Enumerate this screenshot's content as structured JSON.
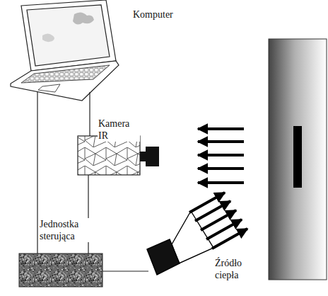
{
  "diagram": {
    "nodes": [
      {
        "text": [
          "Komputer"
        ]
      },
      {
        "text": [
          "Kamera IR"
        ]
      },
      {
        "text": [
          "Jednostka sterująca"
        ]
      },
      {
        "text": [
          "Źródło ciepła"
        ]
      }
    ],
    "edges": [
      {
        "from": 0,
        "to": 2,
        "arrow": "none"
      },
      {
        "from": 0,
        "to": 1,
        "arrow": "none"
      },
      {
        "from": 1,
        "to": 2,
        "arrow": "none"
      },
      {
        "from": 2,
        "to": 3,
        "arrow": "none"
      }
    ]
  }
}
